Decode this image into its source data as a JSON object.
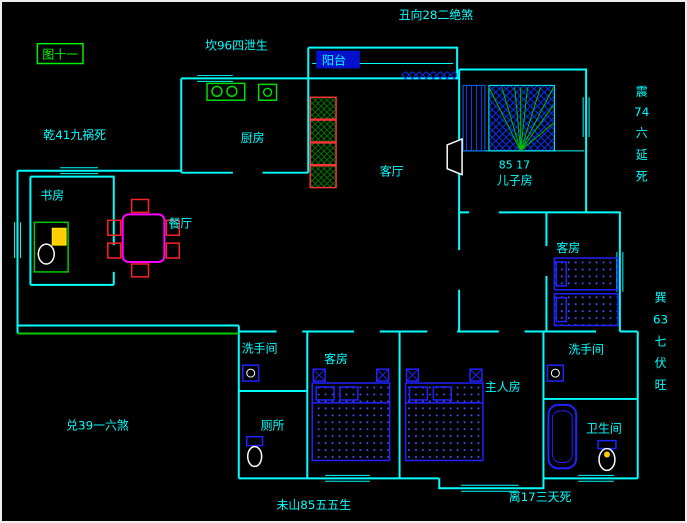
{
  "annotations": {
    "figure": "图十一",
    "top": "丑向28二绝煞",
    "top_left": "坎96四泄生",
    "left": "乾41九祸死",
    "bottom_left": "兑39一六煞",
    "bottom_center": "未山85五五生",
    "bottom_right": "离17三天死",
    "right_upper": [
      "震",
      "74",
      "六",
      "延",
      "死"
    ],
    "right_lower": [
      "巽",
      "63",
      "七",
      "伏",
      "旺"
    ],
    "stair_note": "85 17"
  },
  "rooms": {
    "balcony": "阳台",
    "kitchen": "厨房",
    "living": "客厅",
    "study": "书房",
    "dining": "餐厅",
    "kids": "儿子房",
    "guest_right": "客房",
    "guest_bottom": "客房",
    "master": "主人房",
    "wash_left": "洗手间",
    "wash_right": "洗手间",
    "toilet": "厕所",
    "bath": "卫生间"
  },
  "colors": {
    "background": "#000000",
    "wall_cyan": "#00ffff",
    "line_green": "#00ff00",
    "furniture_blue": "#0000ff",
    "dining_magenta": "#ff00ff",
    "sofa_red": "#ff3333",
    "accent_yellow": "#ffcc00",
    "text_cyan": "#00ffff"
  }
}
